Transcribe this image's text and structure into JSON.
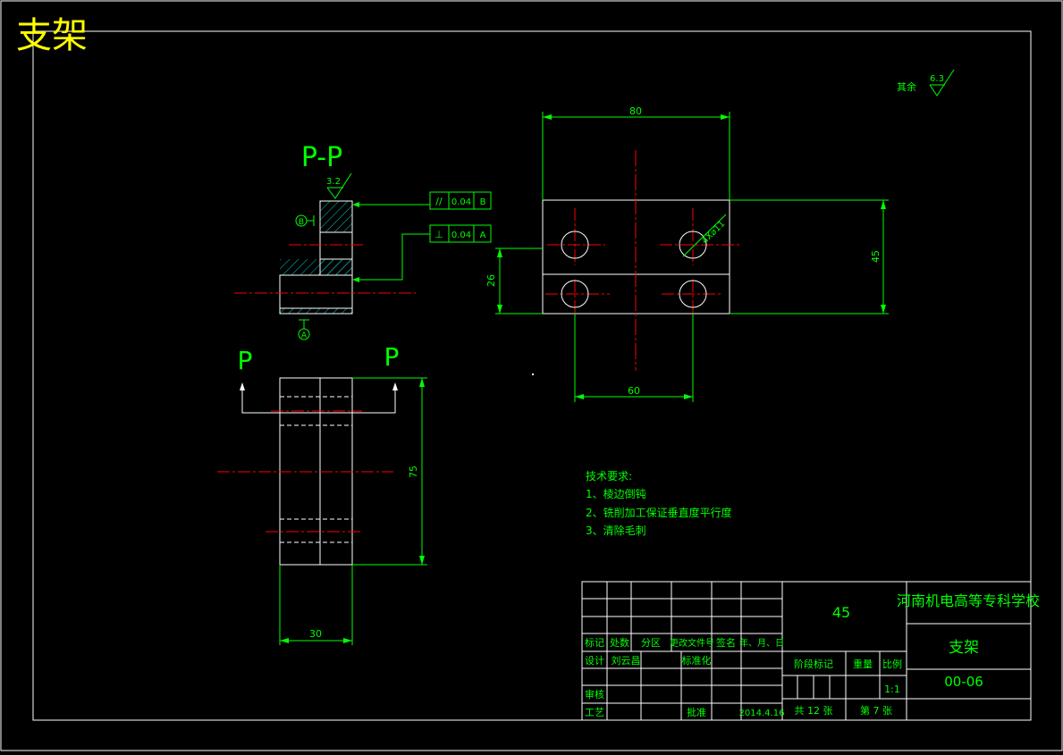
{
  "drawing_title": "支架",
  "section_label": "P-P",
  "view_arrows": [
    "P",
    "P"
  ],
  "surface_finish": {
    "section_value": "3.2",
    "other_label": "其余",
    "other_value": "6.3"
  },
  "datums": [
    "B",
    "A"
  ],
  "tolerance_frames": [
    {
      "symbol": "//",
      "value": "0.04",
      "datum": "B"
    },
    {
      "symbol": "⊥",
      "value": "0.04",
      "datum": "A"
    }
  ],
  "dimensions": {
    "top_width": "80",
    "right_height": "45",
    "left_height": "26",
    "bottom_width": "60",
    "hole_spec": "4X⌀11",
    "side_height": "75",
    "side_width": "30"
  },
  "notes": {
    "heading": "技术要求:",
    "items": [
      "1、棱边倒钝",
      "2、铣削加工保证垂直度平行度",
      "3、清除毛刺"
    ]
  },
  "title_block": {
    "material": "45",
    "school": "河南机电高等专科学校",
    "part_name": "支架",
    "drawing_number": "00-06",
    "headers": [
      "标记",
      "处数",
      "分区",
      "更改文件号",
      "签名",
      "年、月、日"
    ],
    "design_label": "设计",
    "designer": "刘云昌",
    "standard_label": "标准化",
    "review_label": "审核",
    "process_label": "工艺",
    "approve_label": "批准",
    "date": "2014.4.16",
    "stage_label": "阶段标记",
    "weight_label": "重量",
    "scale_label": "比例",
    "scale": "1:1",
    "sheets_text": "共 12 张",
    "sheet_no_text": "第 7 张"
  },
  "colors": {
    "background": "#000000",
    "outline": "#ffffff",
    "dimension": "#00ff00",
    "centerline": "#ff0000",
    "title": "#ffff00",
    "hatch": "#00c8c8"
  }
}
